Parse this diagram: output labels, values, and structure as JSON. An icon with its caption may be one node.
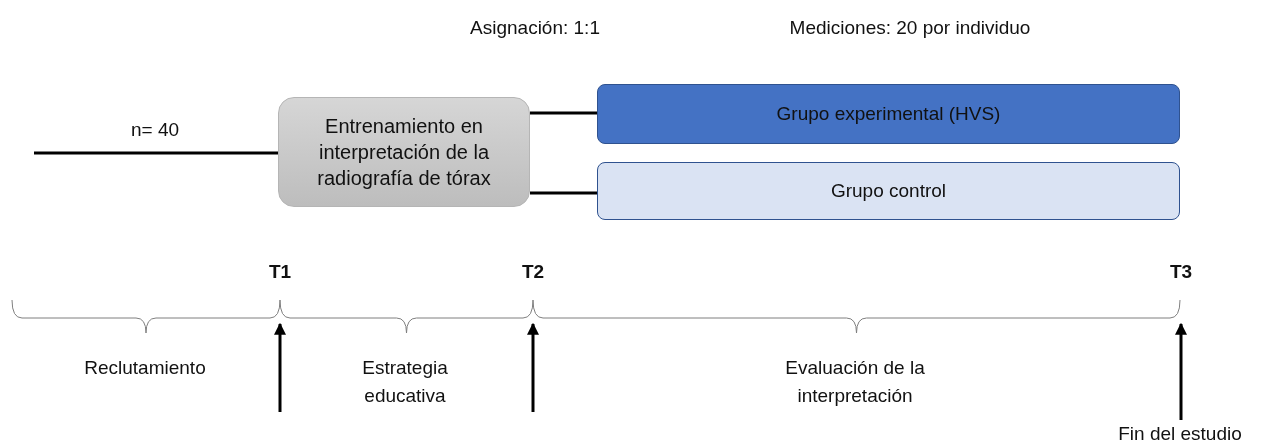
{
  "diagram": {
    "nodes": [
      {
        "text": [
          "Entrenamiento en interpretación de la radiografía de tórax"
        ]
      },
      {
        "text": [
          "Grupo experimental (HVS)"
        ]
      },
      {
        "text": [
          "Grupo control"
        ]
      },
      {
        "text": [
          "T1"
        ]
      },
      {
        "text": [
          "T2"
        ]
      },
      {
        "text": [
          "T3"
        ]
      },
      {
        "text": [
          "Fin del estudio"
        ]
      }
    ],
    "edges": [
      {
        "from": null,
        "to": 0,
        "arrow": "none",
        "label": "n= 40"
      },
      {
        "from": 0,
        "to": 1,
        "arrow": "none"
      },
      {
        "from": 0,
        "to": 2,
        "arrow": "none"
      },
      {
        "from": null,
        "to": 3,
        "arrow": "to"
      },
      {
        "from": null,
        "to": 4,
        "arrow": "to"
      },
      {
        "from": 6,
        "to": 5,
        "arrow": "to"
      }
    ],
    "labels": [
      "Asignación: 1:1",
      "Mediciones: 20 por individuo",
      "Reclutamiento",
      "Estrategia educativa",
      "Evaluación de la interpretación"
    ]
  }
}
